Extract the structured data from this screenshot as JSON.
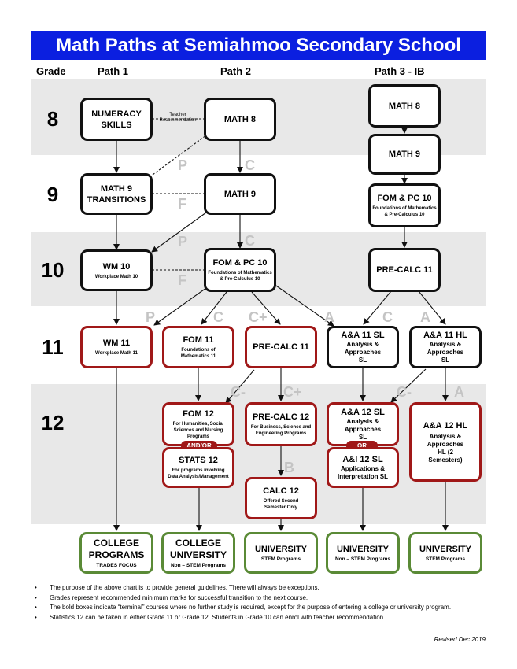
{
  "title": "Math Paths at Semiahmoo Secondary School",
  "headers": {
    "grade": "Grade",
    "path1": "Path 1",
    "path2": "Path 2",
    "path3": "Path 3 - IB"
  },
  "grades": [
    "8",
    "9",
    "10",
    "11",
    "12"
  ],
  "teacher_rec": "Teacher Recommendation",
  "marks": {
    "P": "P",
    "C": "C",
    "F": "F",
    "Cplus": "C+",
    "A": "A",
    "Cminus": "C-",
    "B": "B"
  },
  "courses": {
    "numeracy": {
      "title": "NUMERACY SKILLS"
    },
    "math8": {
      "title": "MATH 8"
    },
    "ib_math8": {
      "title": "MATH 8"
    },
    "math9_trans": {
      "title": "MATH 9 TRANSITIONS"
    },
    "math9": {
      "title": "MATH 9"
    },
    "ib_math9": {
      "title": "MATH 9"
    },
    "ib_fompc10": {
      "title": "FOM & PC 10",
      "sub": "Foundations of Mathematics & Pre-Calculus 10"
    },
    "wm10": {
      "title": "WM 10",
      "sub": "Workplace Math 10"
    },
    "fompc10": {
      "title": "FOM & PC 10",
      "sub": "Foundations of Mathematics & Pre-Calculus 10"
    },
    "precalc11_ib": {
      "title": "PRE-CALC 11"
    },
    "wm11": {
      "title": "WM 11",
      "sub": "Workplace Math 11"
    },
    "fom11": {
      "title": "FOM 11",
      "sub": "Foundations of Mathematics 11"
    },
    "precalc11": {
      "title": "PRE-CALC 11"
    },
    "aa11sl": {
      "title": "A&A 11 SL",
      "sub": "Analysis & Approaches SL"
    },
    "aa11hl": {
      "title": "A&A 11 HL",
      "sub": "Analysis & Approaches SL"
    },
    "fom12": {
      "title": "FOM 12",
      "sub": "For Humanities, Social Sciences and Nursing Programs"
    },
    "stats12": {
      "title": "STATS 12",
      "sub": "For programs involving Data Analysis/Management"
    },
    "precalc12": {
      "title": "PRE-CALC 12",
      "sub": "For Business, Science and Engineering Programs"
    },
    "calc12": {
      "title": "CALC 12",
      "sub": "Offered Second Semester Only"
    },
    "aa12sl": {
      "title": "A&A 12 SL",
      "sub": "Analysis & Approaches SL"
    },
    "ai12sl": {
      "title": "A&I 12 SL",
      "sub": "Applications & Interpretation SL"
    },
    "aa12hl": {
      "title": "A&A 12 HL",
      "sub": "Analysis & Approaches HL (2 Semesters)"
    }
  },
  "andor": "AND/OR",
  "or": "OR",
  "destinations": {
    "d1": {
      "title": "COLLEGE PROGRAMS",
      "sub": "TRADES FOCUS"
    },
    "d2": {
      "title": "COLLEGE UNIVERSITY",
      "sub": "Non – STEM Programs"
    },
    "d3": {
      "title": "UNIVERSITY",
      "sub": "STEM Programs"
    },
    "d4": {
      "title": "UNIVERSITY",
      "sub": "Non – STEM Programs"
    },
    "d5": {
      "title": "UNIVERSITY",
      "sub": "STEM Programs"
    }
  },
  "notes": [
    "The purpose of the above chart is to provide general guidelines.  There will always be exceptions.",
    "Grades represent recommended minimum marks for successful transition to the next course.",
    "The bold boxes indicate “terminal” courses where no further study is required, except for the purpose of entering a college or university program.",
    "Statistics 12 can be taken in either Grade 11 or Grade 12.  Students in Grade 10 can enrol with teacher recommendation."
  ],
  "revised": "Revised Dec 2019",
  "colors": {
    "title_bg": "#0b1fe0",
    "band": "#e8e8e8",
    "red_border": "#a01818",
    "green_border": "#5a8a36"
  }
}
